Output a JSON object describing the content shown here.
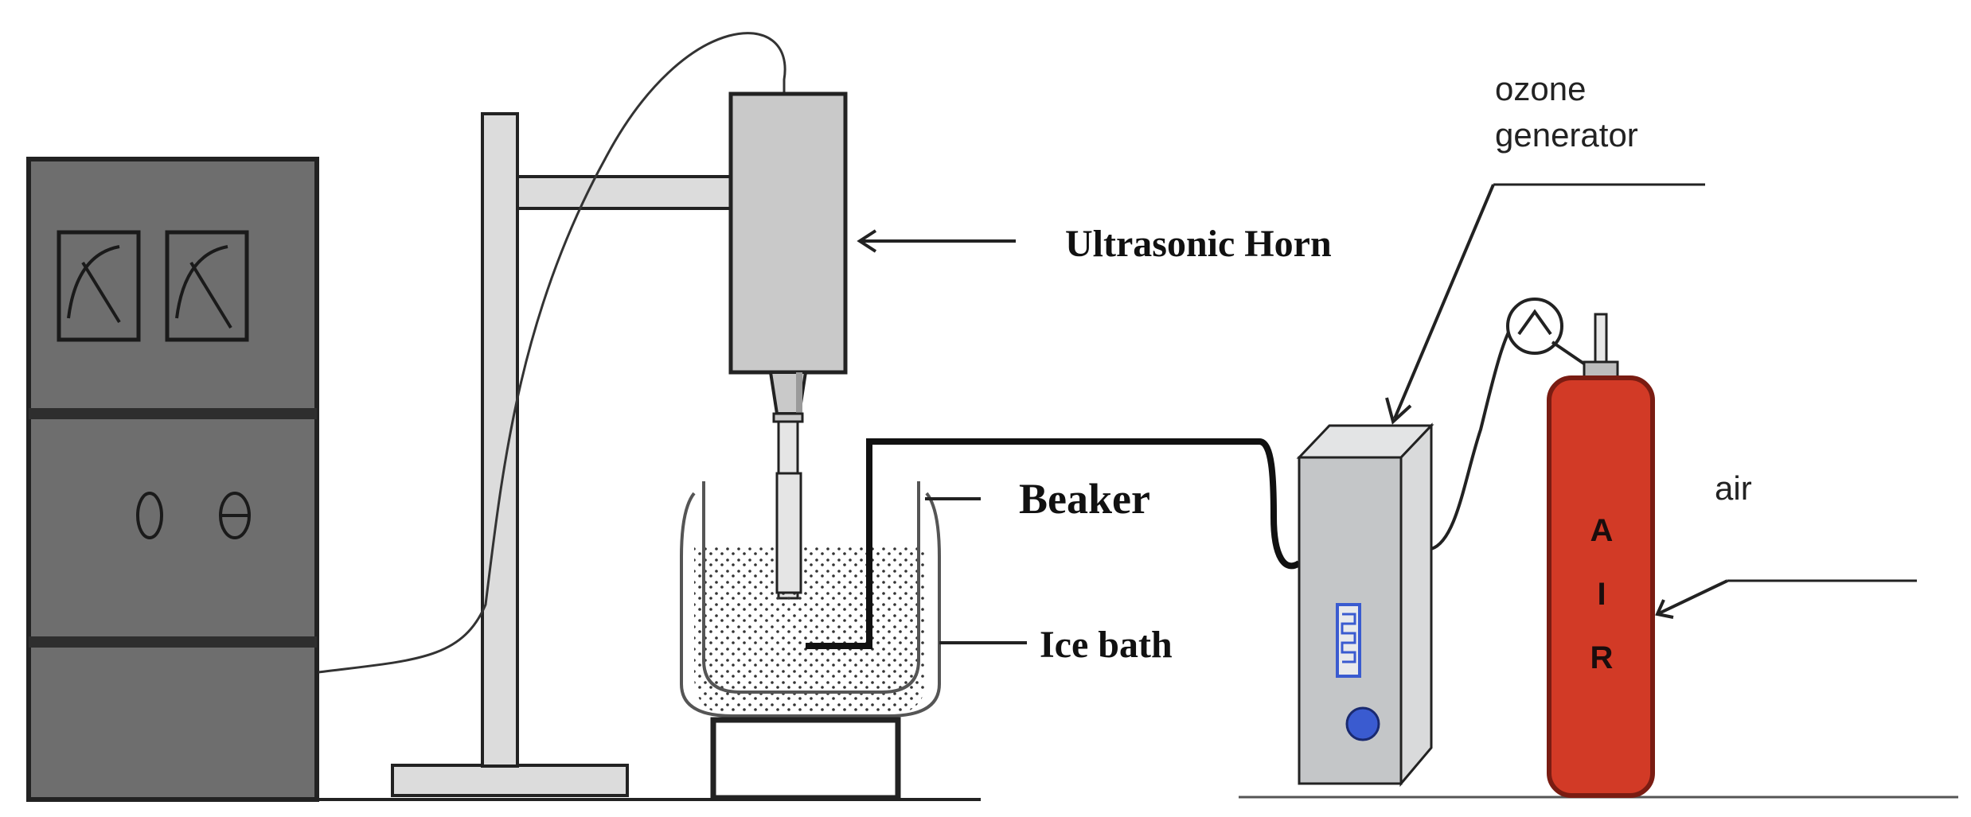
{
  "labels": {
    "ultrasonic_horn": "Ultrasonic Horn",
    "beaker": "Beaker",
    "ice_bath": "Ice bath",
    "ozone_generator_line1": "ozone",
    "ozone_generator_line2": "generator",
    "air": "air",
    "cylinder_letter_1": "A",
    "cylinder_letter_2": "I",
    "cylinder_letter_3": "R"
  },
  "colors": {
    "cabinet": "#6e6e6e",
    "cabinet_dark": "#2e2e2e",
    "stand": "#dcdcdc",
    "horn": "#c9c9c9",
    "generator_front": "#c4c6c8",
    "generator_side": "#d9dadb",
    "generator_knob": "#3a5bd0",
    "cylinder": "#d23a26",
    "cylinder_dark": "#7a1c12",
    "line": "#111111"
  }
}
